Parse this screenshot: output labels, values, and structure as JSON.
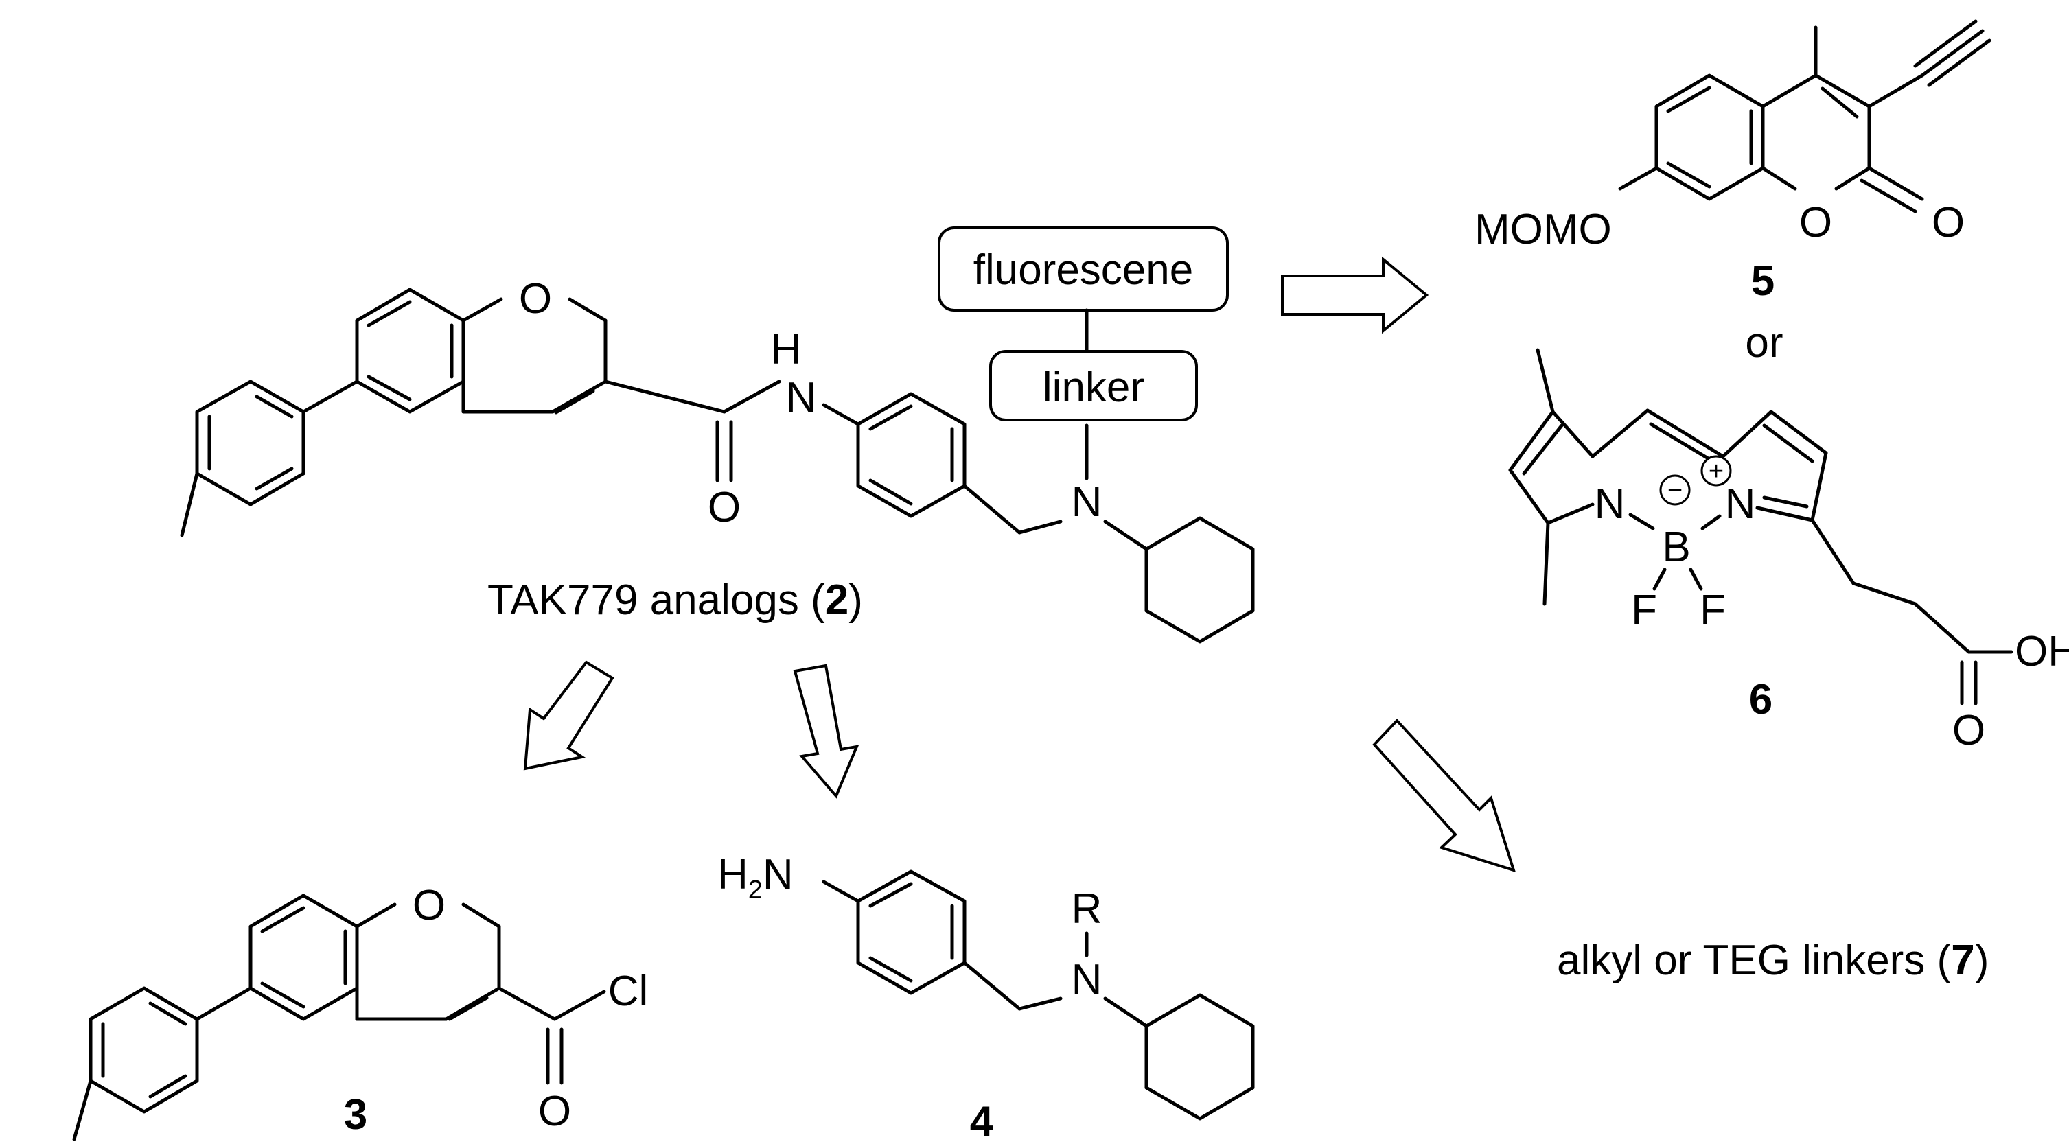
{
  "labels": {
    "fluor": "fluorescene",
    "linker": "linker",
    "tak_text": "TAK779 analogs (",
    "tak_num": "2",
    "tak_close": ")",
    "cmpd3": "3",
    "cmpd4": "4",
    "cmpd5": "5",
    "cmpd6": "6",
    "or": "or",
    "linkers_text": "alkyl or TEG  linkers (",
    "linkers_num": "7",
    "linkers_close": ")"
  },
  "atoms": {
    "O": "O",
    "N": "N",
    "H": "H",
    "Cl": "Cl",
    "R": "R",
    "B": "B",
    "F": "F",
    "OH": "OH",
    "MOMO": "MOMO",
    "H2N_H": "H",
    "H2N_2": "2",
    "H2N_N": "N",
    "minus": "−",
    "plus": "+"
  }
}
